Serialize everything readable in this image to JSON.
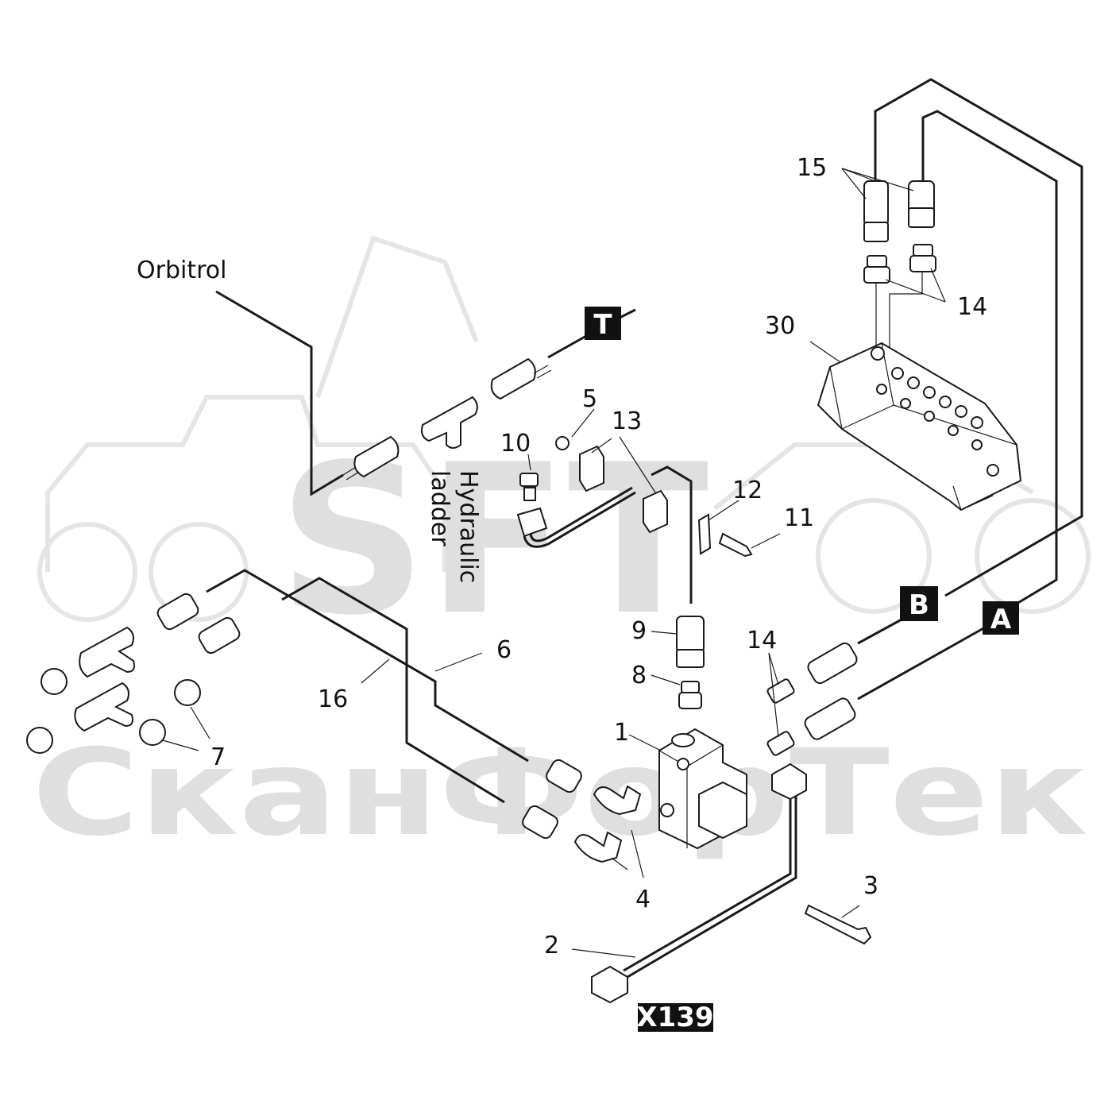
{
  "watermark": {
    "logo_text": "SFT",
    "brand_text": "СканФорТек"
  },
  "labels": {
    "orbitrol": "Orbitrol",
    "hydraulic_ladder_line1": "Hydraulic",
    "hydraulic_ladder_line2": "ladder"
  },
  "port_tags": {
    "t": "T",
    "b": "B",
    "a": "A",
    "connector": "X139"
  },
  "callouts": {
    "c1": "1",
    "c2": "2",
    "c3": "3",
    "c4": "4",
    "c5": "5",
    "c6": "6",
    "c7": "7",
    "c8": "8",
    "c9": "9",
    "c10": "10",
    "c11": "11",
    "c12": "12",
    "c13": "13",
    "c14a": "14",
    "c14b": "14",
    "c15": "15",
    "c16": "16",
    "c30": "30"
  }
}
